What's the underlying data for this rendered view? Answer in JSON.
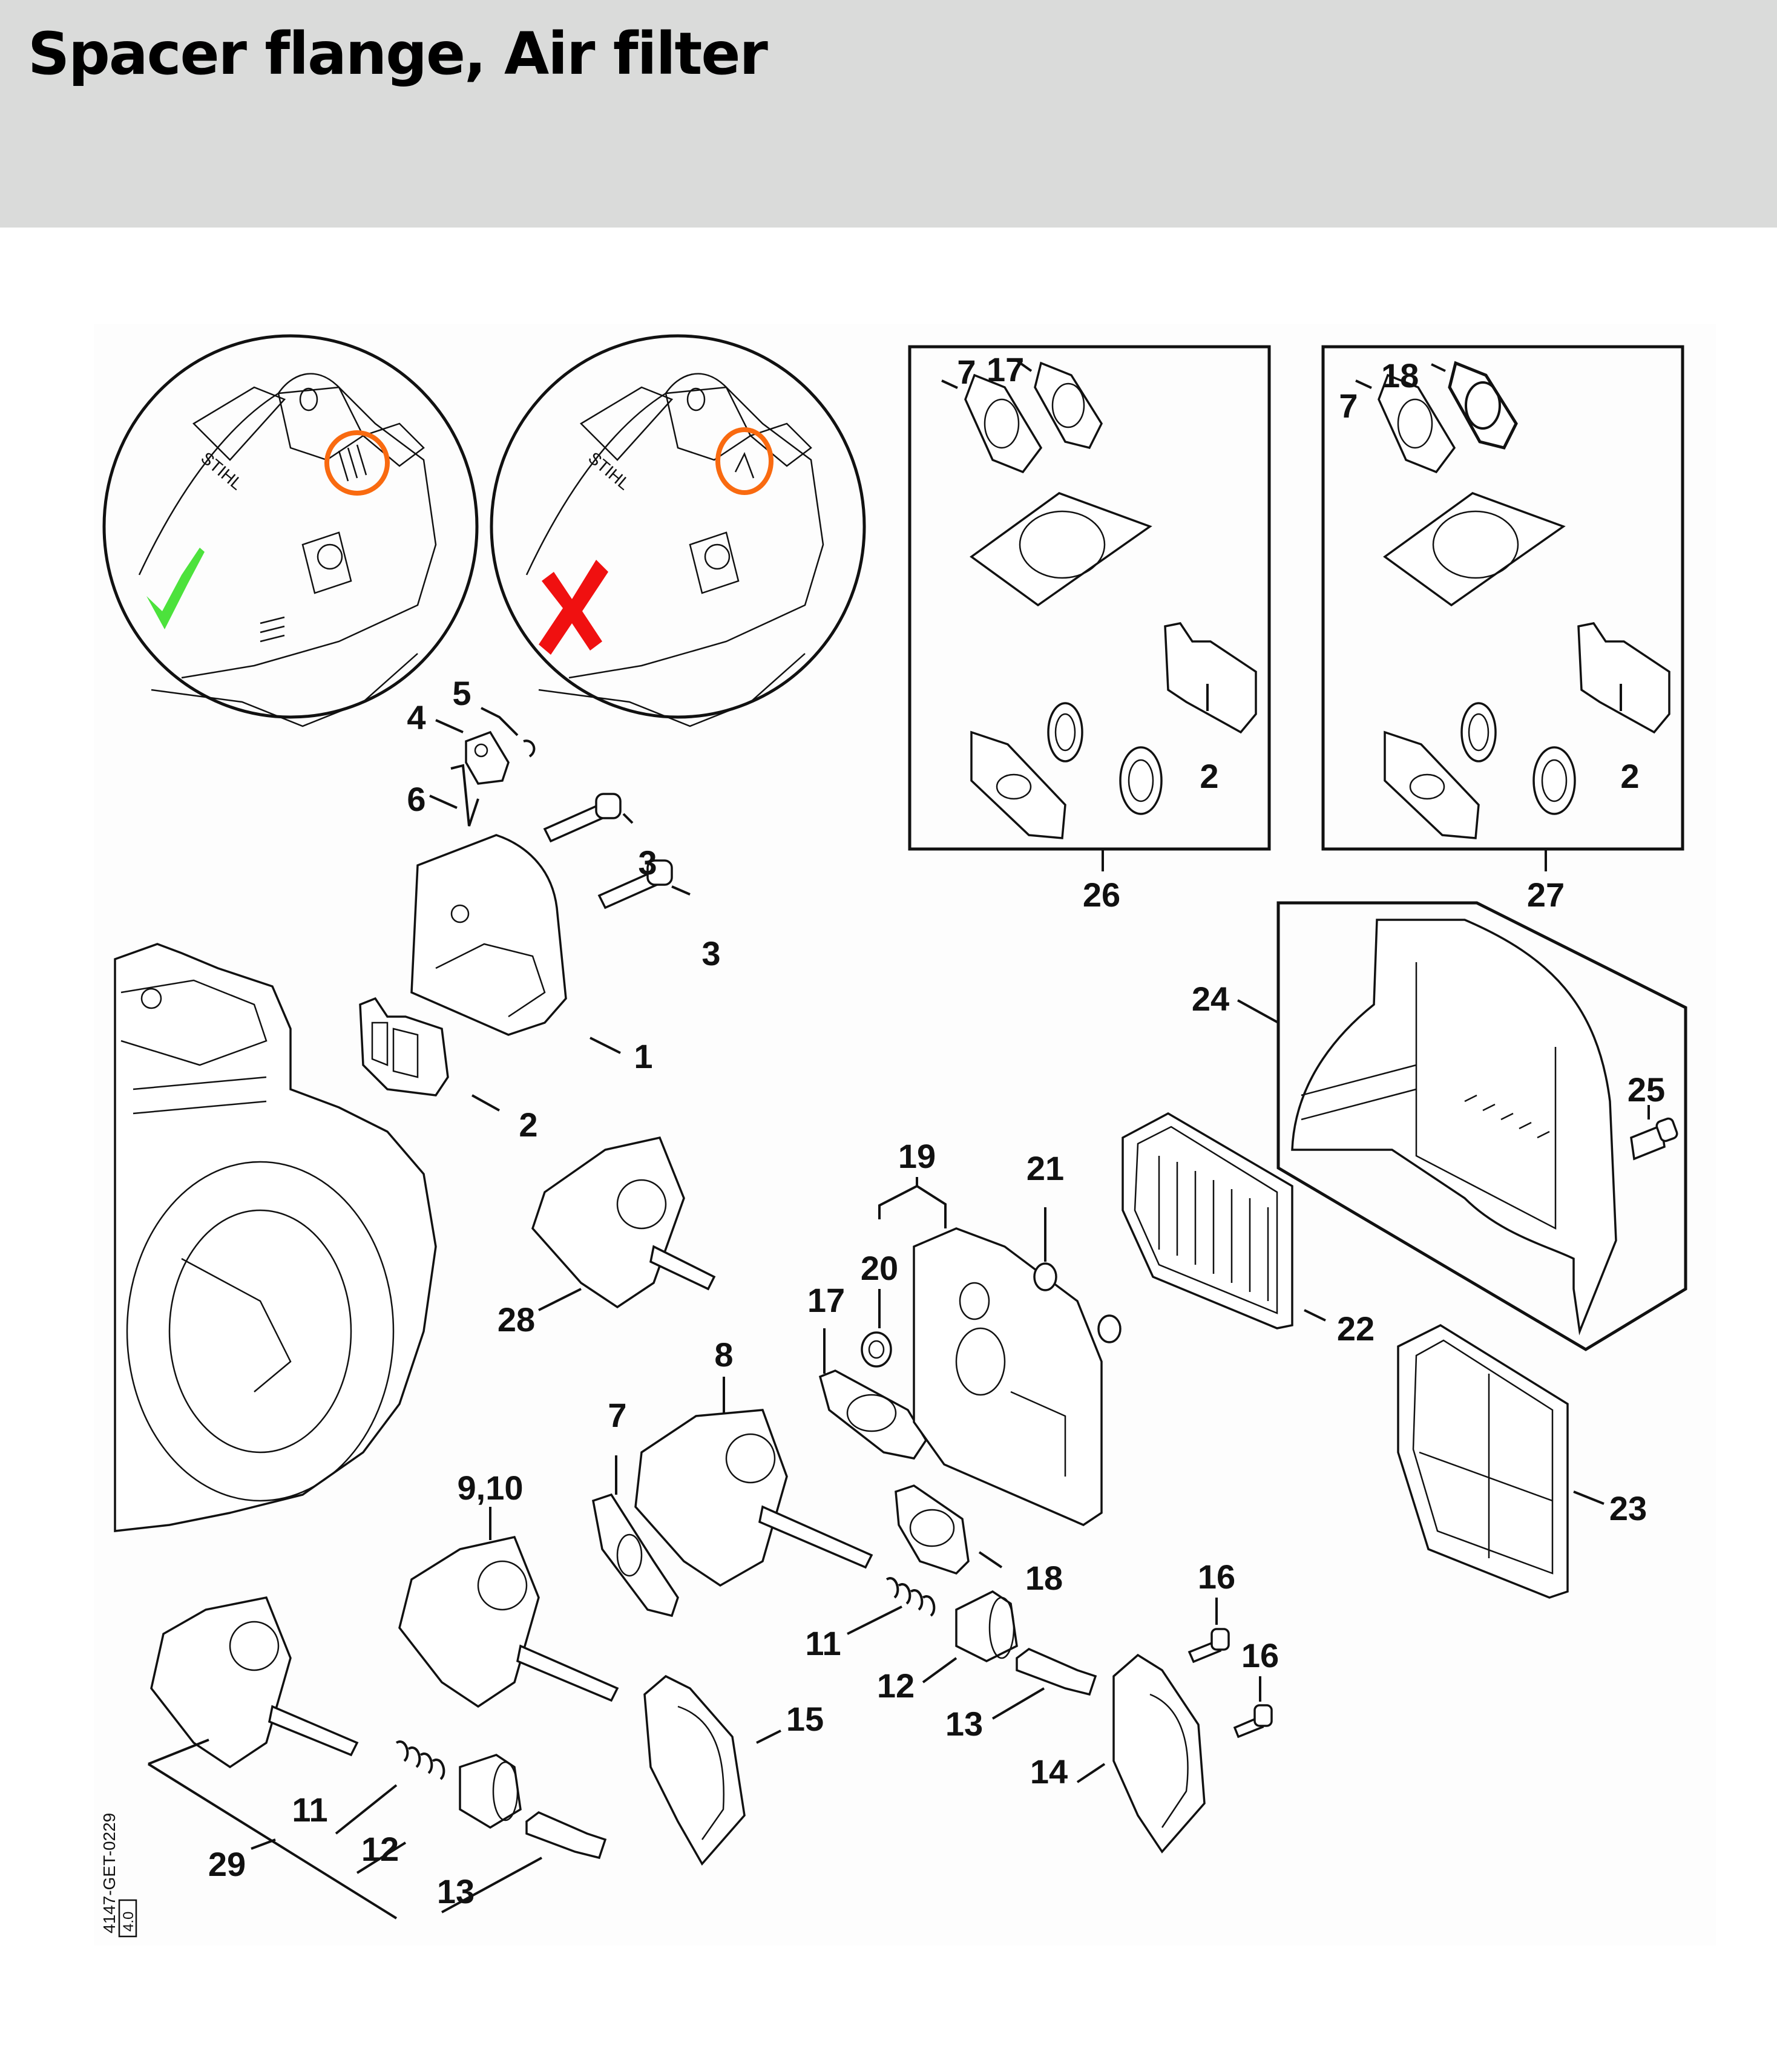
{
  "header": {
    "title": "Spacer flange, Air filter"
  },
  "diagram": {
    "drawing_code": "4147-GET-0229",
    "revision": "4.0",
    "insets": [
      {
        "id": "correct",
        "mark": "check",
        "mark_color": "#4ce23c",
        "highlight_color": "#f96a10",
        "brand_text": "STIHL"
      },
      {
        "id": "incorrect",
        "mark": "cross",
        "mark_color": "#f01010",
        "highlight_color": "#f96a10",
        "brand_text": "STIHL"
      }
    ],
    "kits": [
      {
        "number": "26",
        "contents": [
          "17",
          "7",
          "2"
        ]
      },
      {
        "number": "27",
        "contents": [
          "18",
          "7",
          "2"
        ]
      }
    ],
    "callouts": {
      "c1": "1",
      "c2a": "2",
      "c3a": "3",
      "c3b": "3",
      "c4": "4",
      "c5": "5",
      "c6": "6",
      "c7a": "7",
      "c8": "8",
      "c910": "9,10",
      "c11a": "11",
      "c11b": "11",
      "c12a": "12",
      "c12b": "12",
      "c13a": "13",
      "c13b": "13",
      "c14": "14",
      "c15": "15",
      "c16a": "16",
      "c16b": "16",
      "c17a": "17",
      "c18a": "18",
      "c19": "19",
      "c20": "20",
      "c21": "21",
      "c22": "22",
      "c23": "23",
      "c24": "24",
      "c25": "25",
      "c28": "28",
      "c29": "29",
      "k26_17": "17",
      "k26_7": "7",
      "k26_2": "2",
      "k26": "26",
      "k27_18": "18",
      "k27_7": "7",
      "k27_2": "2",
      "k27": "27"
    }
  }
}
